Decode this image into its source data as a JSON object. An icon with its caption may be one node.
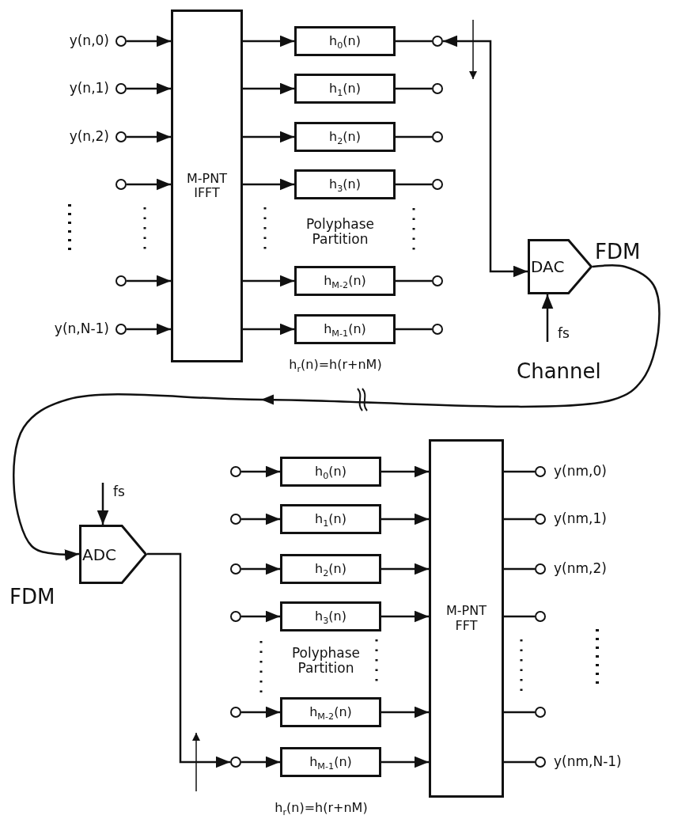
{
  "diagram": {
    "nodes": [
      {
        "text": [
          "M-PNT IFFT"
        ]
      },
      {
        "text": [],
        "shape": "circle",
        "beside": [
          "y(n,0)"
        ]
      },
      {
        "text": [],
        "shape": "circle",
        "beside": [
          "y(n,1)"
        ]
      },
      {
        "text": [],
        "shape": "circle",
        "beside": [
          "y(n,2)"
        ]
      },
      {
        "text": [],
        "shape": "circle"
      },
      {
        "text": [],
        "shape": "circle"
      },
      {
        "text": [],
        "shape": "circle",
        "beside": [
          "y(n,N-1)"
        ]
      },
      {
        "text": [
          "h$_{0}$(n)"
        ]
      },
      {
        "text": [
          "h$_{1}$(n)"
        ]
      },
      {
        "text": [
          "h$_{2}$(n)"
        ]
      },
      {
        "text": [
          "h$_{3}$(n)"
        ]
      },
      {
        "text": [
          "h$_{M-2}$(n)"
        ]
      },
      {
        "text": [
          "h$_{M-1}$(n)"
        ]
      },
      {
        "text": [],
        "shape": "circle"
      },
      {
        "text": [],
        "shape": "circle"
      },
      {
        "text": [],
        "shape": "circle"
      },
      {
        "text": [],
        "shape": "circle"
      },
      {
        "text": [],
        "shape": "circle"
      },
      {
        "text": [],
        "shape": "circle"
      },
      {
        "text": [
          "DAC"
        ]
      },
      {
        "text": [
          "ADC"
        ]
      },
      {
        "text": [],
        "shape": "circle"
      },
      {
        "text": [],
        "shape": "circle"
      },
      {
        "text": [],
        "shape": "circle"
      },
      {
        "text": [],
        "shape": "circle"
      },
      {
        "text": [],
        "shape": "circle"
      },
      {
        "text": [],
        "shape": "circle"
      },
      {
        "text": [
          "h$_{0}$(n)"
        ]
      },
      {
        "text": [
          "h$_{1}$(n)"
        ]
      },
      {
        "text": [
          "h$_{2}$(n)"
        ]
      },
      {
        "text": [
          "h$_{3}$(n)"
        ]
      },
      {
        "text": [
          "h$_{M-2}$(n)"
        ]
      },
      {
        "text": [
          "h$_{M-1}$(n)"
        ]
      },
      {
        "text": [
          "M-PNT FFT"
        ]
      },
      {
        "text": [],
        "shape": "circle",
        "beside": [
          "y(nm,0)"
        ]
      },
      {
        "text": [],
        "shape": "circle",
        "beside": [
          "y(nm,1)"
        ]
      },
      {
        "text": [],
        "shape": "circle",
        "beside": [
          "y(nm,2)"
        ]
      },
      {
        "text": [],
        "shape": "circle"
      },
      {
        "text": [],
        "shape": "circle"
      },
      {
        "text": [],
        "shape": "circle",
        "beside": [
          "y(nm,N-1)"
        ]
      }
    ],
    "edges": [
      {
        "from": 1,
        "to": 0,
        "arrow": "to"
      },
      {
        "from": 2,
        "to": 0,
        "arrow": "to"
      },
      {
        "from": 3,
        "to": 0,
        "arrow": "to"
      },
      {
        "from": 4,
        "to": 0,
        "arrow": "to"
      },
      {
        "from": 5,
        "to": 0,
        "arrow": "to"
      },
      {
        "from": 6,
        "to": 0,
        "arrow": "to"
      },
      {
        "from": 0,
        "to": 7,
        "arrow": "to"
      },
      {
        "from": 0,
        "to": 8,
        "arrow": "to"
      },
      {
        "from": 0,
        "to": 9,
        "arrow": "to"
      },
      {
        "from": 0,
        "to": 10,
        "arrow": "to"
      },
      {
        "from": 0,
        "to": 11,
        "arrow": "to"
      },
      {
        "from": 0,
        "to": 12,
        "arrow": "to"
      },
      {
        "from": 7,
        "to": 13,
        "arrow": "none"
      },
      {
        "from": 8,
        "to": 14,
        "arrow": "none"
      },
      {
        "from": 9,
        "to": 15,
        "arrow": "none"
      },
      {
        "from": 10,
        "to": 16,
        "arrow": "none"
      },
      {
        "from": 11,
        "to": 17,
        "arrow": "none"
      },
      {
        "from": 12,
        "to": 18,
        "arrow": "none"
      },
      {
        "from": 13,
        "to": 19,
        "arrow": "both"
      },
      {
        "from": null,
        "to": 19,
        "arrow": "to",
        "label": "fs"
      },
      {
        "from": 19,
        "to": 20,
        "arrow": "to",
        "label": "Channel"
      },
      {
        "from": null,
        "to": 20,
        "arrow": "to",
        "label": "fs"
      },
      {
        "from": 20,
        "to": 26,
        "arrow": "to"
      },
      {
        "from": 21,
        "to": 27,
        "arrow": "to"
      },
      {
        "from": 22,
        "to": 28,
        "arrow": "to"
      },
      {
        "from": 23,
        "to": 29,
        "arrow": "to"
      },
      {
        "from": 24,
        "to": 30,
        "arrow": "to"
      },
      {
        "from": 25,
        "to": 31,
        "arrow": "to"
      },
      {
        "from": 26,
        "to": 32,
        "arrow": "to"
      },
      {
        "from": 27,
        "to": 33,
        "arrow": "to"
      },
      {
        "from": 28,
        "to": 33,
        "arrow": "to"
      },
      {
        "from": 29,
        "to": 33,
        "arrow": "to"
      },
      {
        "from": 30,
        "to": 33,
        "arrow": "to"
      },
      {
        "from": 31,
        "to": 33,
        "arrow": "to"
      },
      {
        "from": 32,
        "to": 33,
        "arrow": "to"
      },
      {
        "from": 33,
        "to": 34,
        "arrow": "none"
      },
      {
        "from": 33,
        "to": 35,
        "arrow": "none"
      },
      {
        "from": 33,
        "to": 36,
        "arrow": "none"
      },
      {
        "from": 33,
        "to": 37,
        "arrow": "none"
      },
      {
        "from": 33,
        "to": 38,
        "arrow": "none"
      },
      {
        "from": 33,
        "to": 39,
        "arrow": "none"
      }
    ],
    "labels": [
      "Polyphase Partition",
      "h$_{r}$(n)=h(r+nM)",
      "FDM",
      "FDM",
      "Polyphase Partition",
      "h$_{r}$(n)=h(r+nM)"
    ]
  }
}
